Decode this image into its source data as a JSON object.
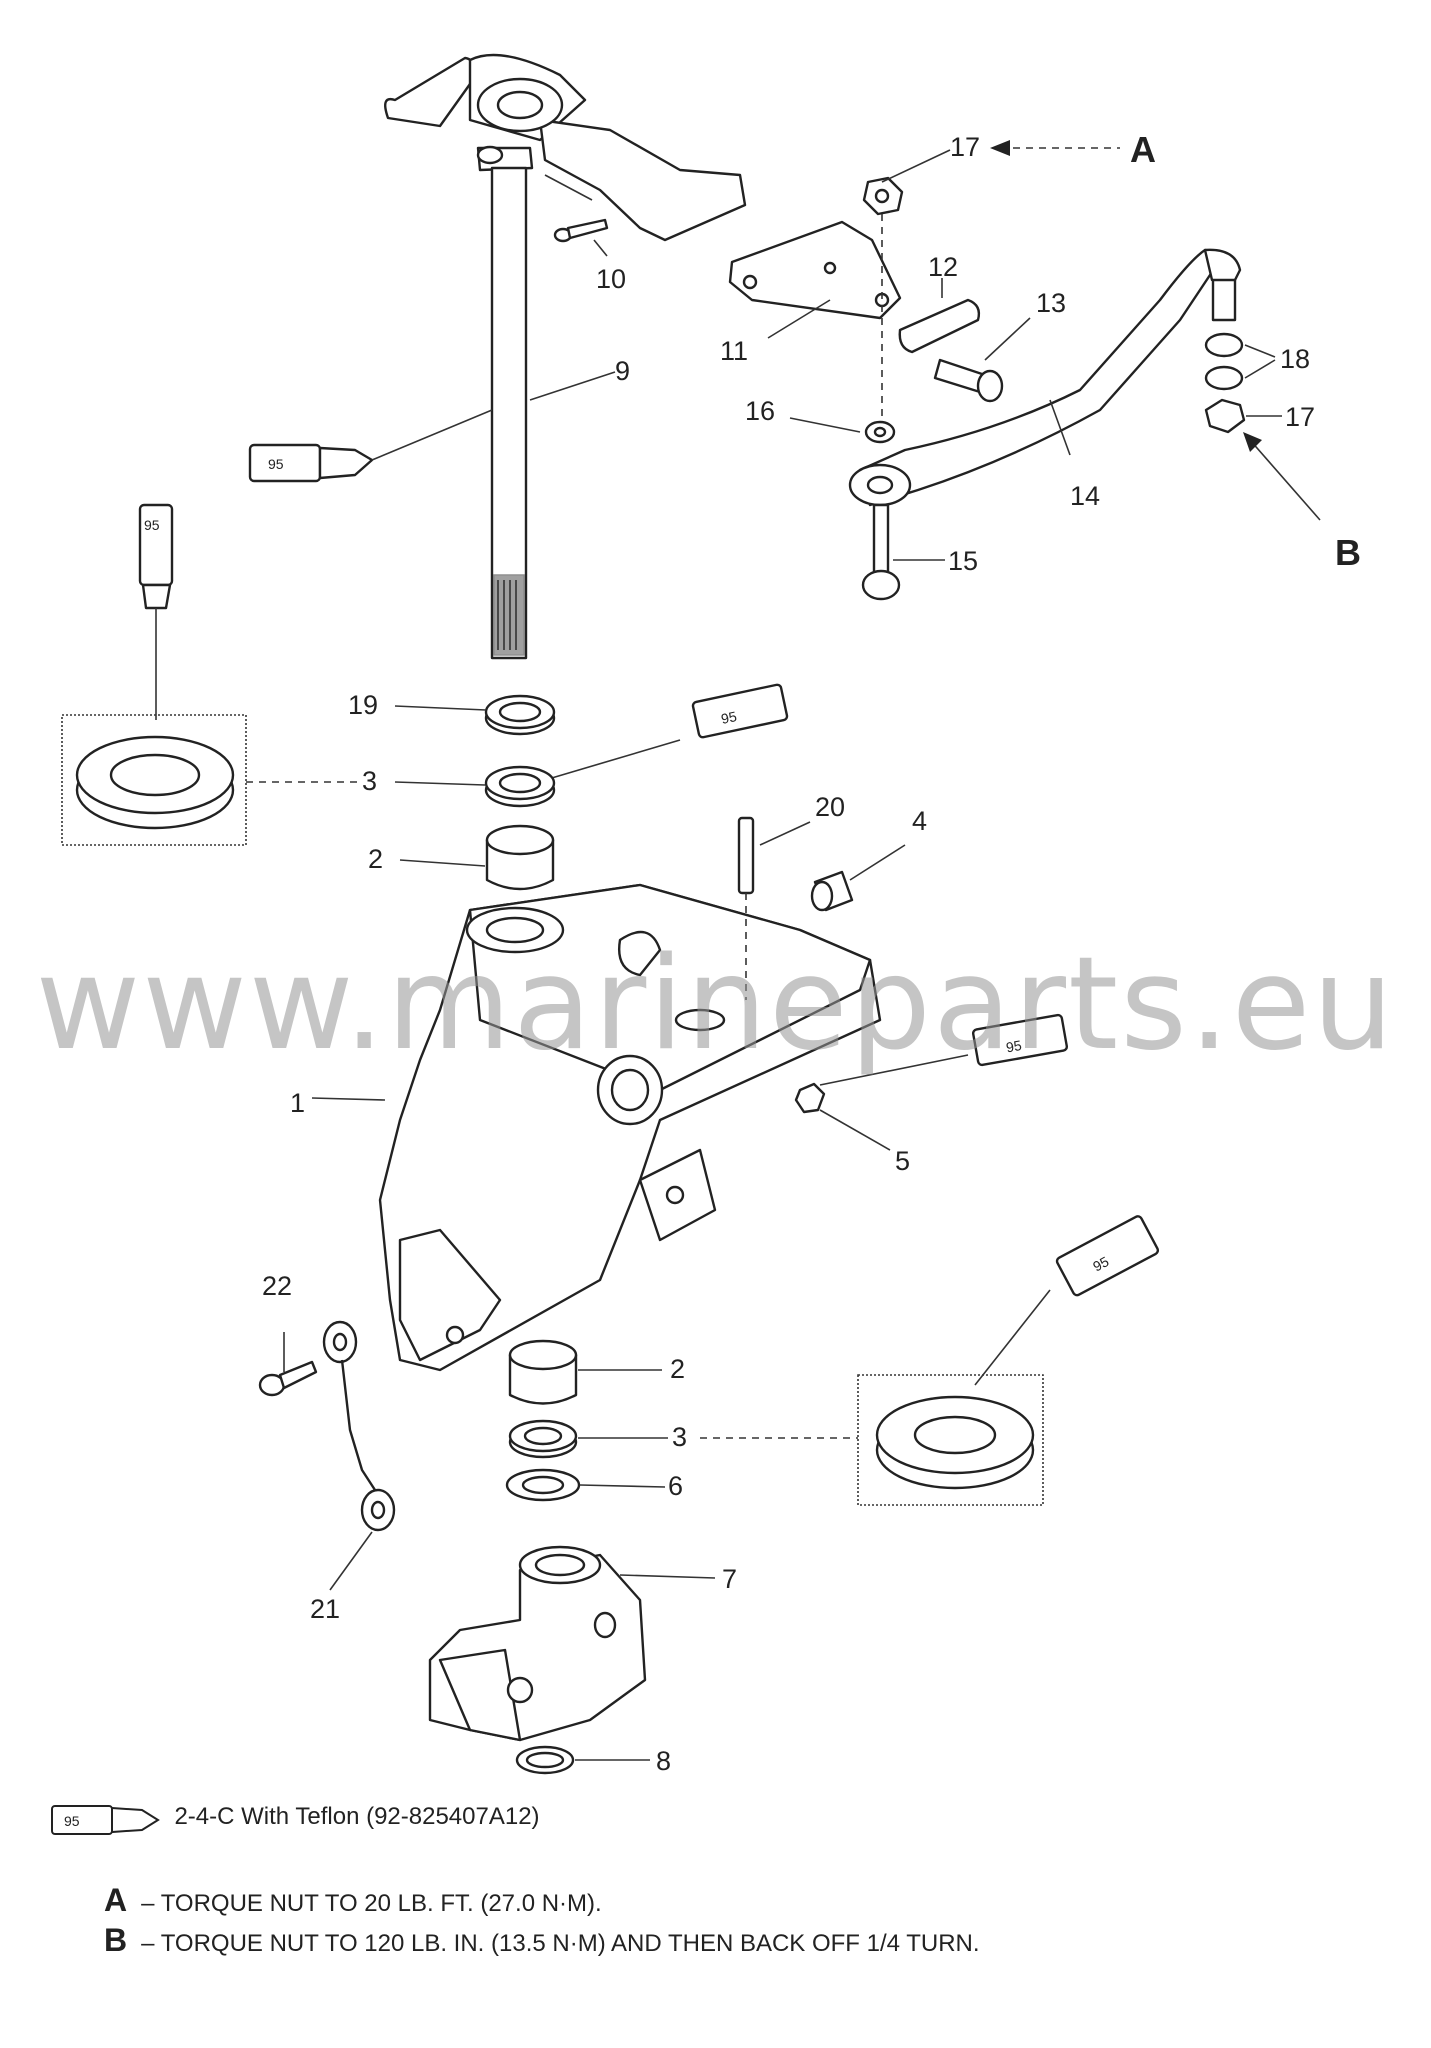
{
  "parts": {
    "p1": "1",
    "p2a": "2",
    "p2b": "2",
    "p3a": "3",
    "p3b": "3",
    "p4": "4",
    "p5": "5",
    "p6": "6",
    "p7": "7",
    "p8": "8",
    "p9": "9",
    "p10": "10",
    "p11": "11",
    "p12": "12",
    "p13": "13",
    "p14": "14",
    "p15": "15",
    "p16": "16",
    "p17a": "17",
    "p17b": "17",
    "p18": "18",
    "p19": "19",
    "p20": "20",
    "p21": "21",
    "p22": "22"
  },
  "callouts": {
    "a": "A",
    "b": "B"
  },
  "lube_tag": "95",
  "legend": {
    "tube_tag": "95",
    "text": "2-4-C  With Teflon  (92-825407A12)"
  },
  "notes": {
    "a_letter": "A",
    "a_text": "– TORQUE NUT TO 20 LB. FT. (27.0 N·M).",
    "b_letter": "B",
    "b_text": "– TORQUE NUT TO 120 LB. IN. (13.5 N·M) AND THEN BACK OFF 1/4 TURN."
  },
  "watermark": "www.marineparts.eu"
}
